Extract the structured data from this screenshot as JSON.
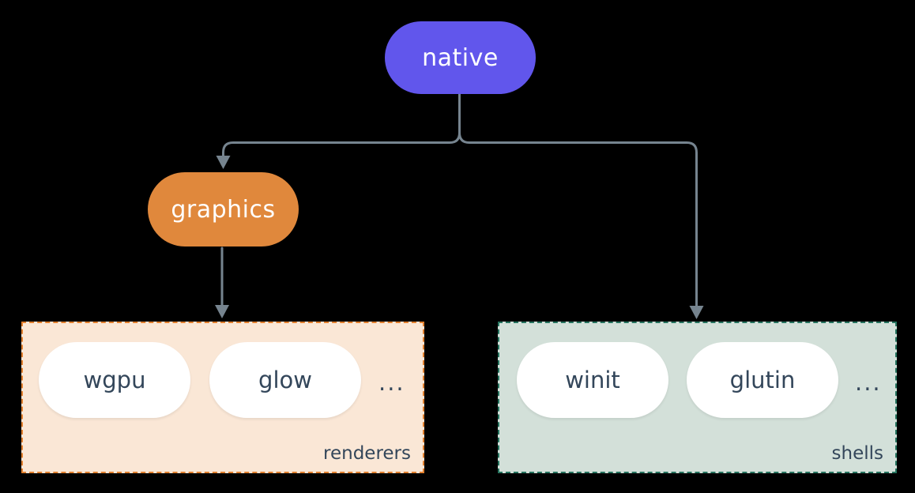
{
  "diagram": {
    "background_color": "#000000",
    "connector_color": "#76848f",
    "nodes": {
      "native": {
        "label": "native",
        "fill": "#6156ec",
        "text_color": "#ffffff"
      },
      "graphics": {
        "label": "graphics",
        "fill": "#e0883c",
        "text_color": "#ffffff"
      }
    },
    "groups": {
      "renderers": {
        "label": "renderers",
        "fill": "#fae7d6",
        "border_color": "#e2802e",
        "text_color": "#33465a",
        "items": [
          "wgpu",
          "glow"
        ],
        "ellipsis": "..."
      },
      "shells": {
        "label": "shells",
        "fill": "#d3e0d9",
        "border_color": "#26745f",
        "text_color": "#33465a",
        "items": [
          "winit",
          "glutin"
        ],
        "ellipsis": "..."
      }
    },
    "edges": [
      {
        "from": "native",
        "to": "graphics"
      },
      {
        "from": "native",
        "to": "shells"
      },
      {
        "from": "graphics",
        "to": "renderers"
      }
    ]
  }
}
